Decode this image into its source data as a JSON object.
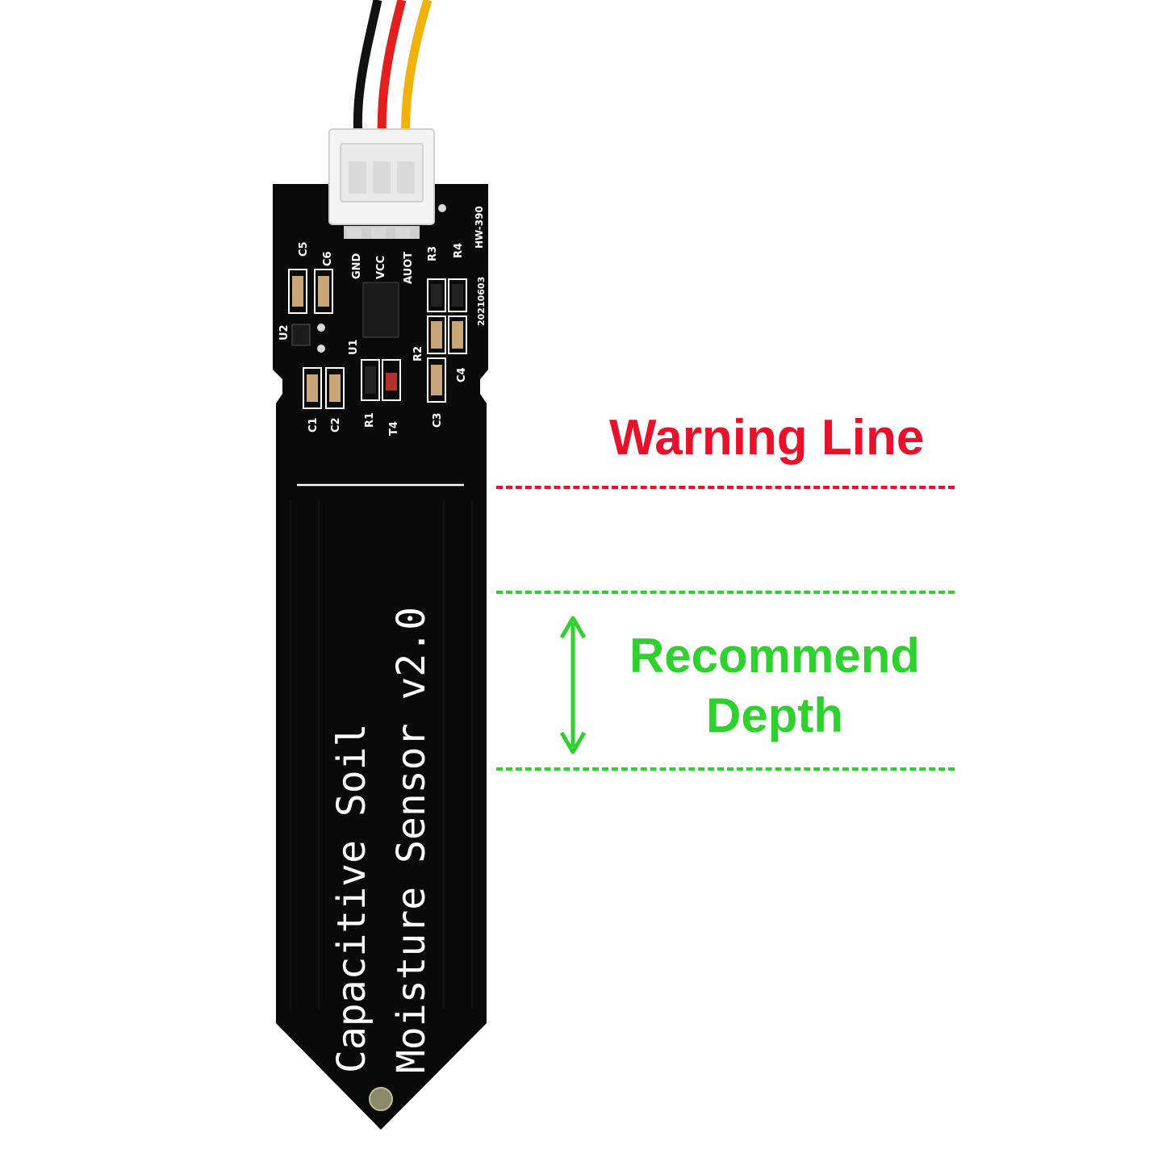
{
  "annotations": {
    "warning_line": {
      "label": "Warning Line",
      "color": "#e8102a"
    },
    "recommend_depth": {
      "label_line1": "Recommend",
      "label_line2": "Depth",
      "color": "#2fd12f"
    }
  },
  "sensor": {
    "title_line1": "Capacitive Soil",
    "title_line2": "Moisture Sensor v2.0",
    "model": "HW-390",
    "date_code": "20210603",
    "board_color": "#0a0a0a",
    "pins": [
      "GND",
      "VCC",
      "AUOT"
    ],
    "components": [
      "C5",
      "C6",
      "U2",
      "U1",
      "R3",
      "R4",
      "R2",
      "C4",
      "C1",
      "C2",
      "R1",
      "T4",
      "C3"
    ]
  },
  "wires": [
    "black",
    "red",
    "yellow"
  ]
}
